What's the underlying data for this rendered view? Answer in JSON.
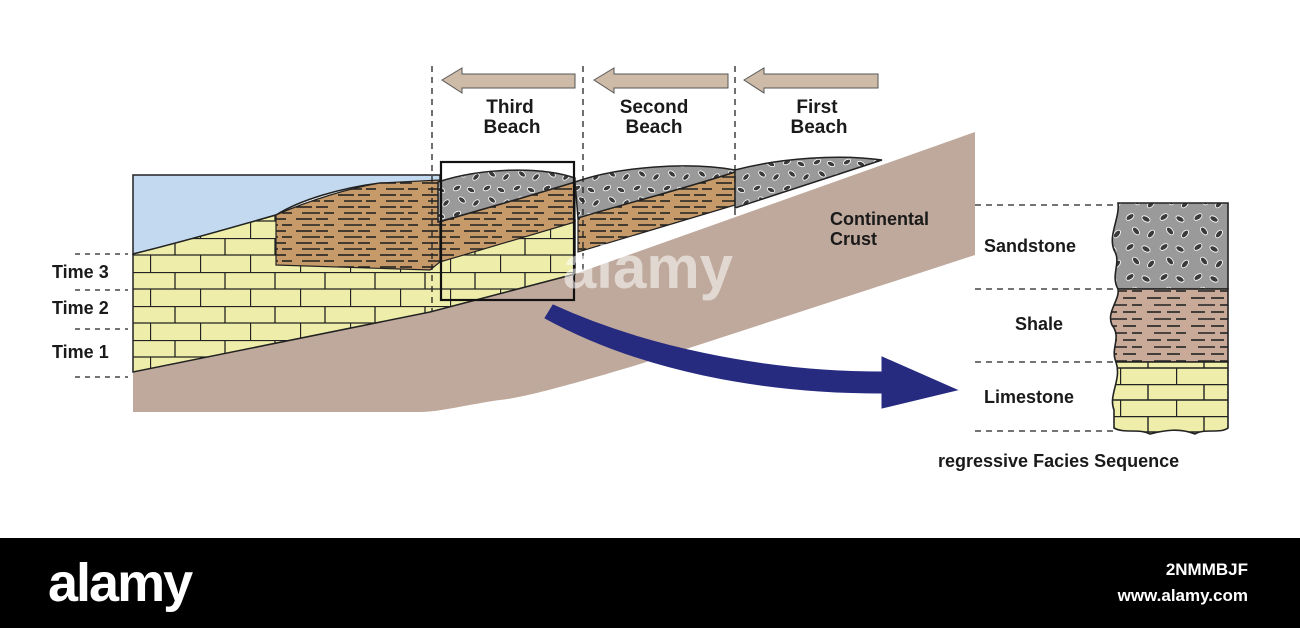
{
  "beaches": {
    "third": "Third",
    "third2": "Beach",
    "second": "Second",
    "second2": "Beach",
    "first": "First",
    "first2": "Beach"
  },
  "crust": {
    "line1": "Continental",
    "line2": "Crust"
  },
  "times": [
    "Time 3",
    "Time 2",
    "Time 1"
  ],
  "column": {
    "sandstone": "Sandstone",
    "shale": "Shale",
    "limestone": "Limestone",
    "caption": "regressive Facies Sequence"
  },
  "watermark": "alamy",
  "footer": {
    "logo": "alamy",
    "image_id": "2NMMBJF",
    "url": "www.alamy.com"
  },
  "colors": {
    "water": "#c2d9ef",
    "crust": "#bfa99c",
    "limestone": "#eeeeaa",
    "shale": "#c79a6a",
    "sandstone": "#9a9a9a",
    "column_shale": "#c9aa98",
    "arrow_tan": "#cdbba8",
    "big_arrow": "#262b80"
  }
}
